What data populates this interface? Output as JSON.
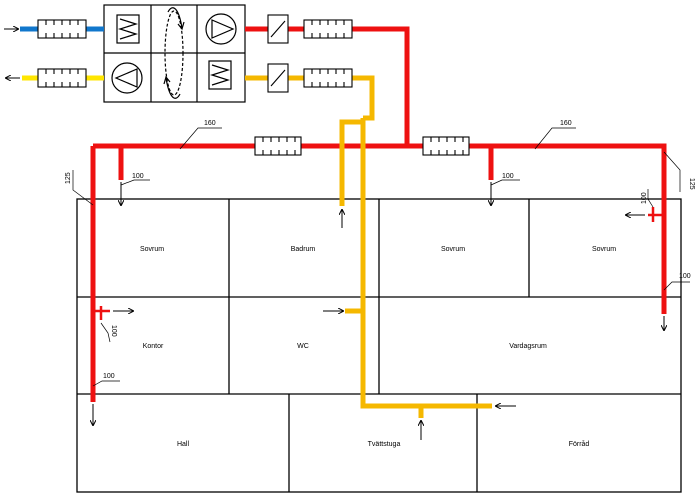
{
  "colors": {
    "supply_duct": "#ee1111",
    "exhaust_duct": "#f5b800",
    "outdoor_duct": "#1177cc",
    "exhaust_out_duct": "#ffe600",
    "lines": "#000000"
  },
  "rooms": {
    "sovrum_1": "Sovrum",
    "badrum": "Badrum",
    "sovrum_2": "Sovrum",
    "sovrum_3": "Sovrum",
    "kontor": "Kontor",
    "wc": "WC",
    "vardagsrum": "Vardagsrum",
    "hall": "Hall",
    "tvattstuga": "Tvättstuga",
    "forrad": "Förråd"
  },
  "dimensions": {
    "main_left": "160",
    "main_right": "160",
    "riser_left": "125",
    "riser_right": "125",
    "branch_sovrum_1": "100",
    "branch_sovrum_2": "100",
    "branch_sovrum_3": "100",
    "branch_kontor": "100",
    "branch_hall": "100",
    "branch_vardagsrum": "100"
  },
  "icons": {
    "fan": "fan-icon",
    "heat_exchanger": "rotary-heat-exchanger-icon",
    "filter": "filter-icon",
    "silencer": "silencer-icon",
    "damper": "damper-icon",
    "airflow_arrow": "arrow-icon"
  }
}
